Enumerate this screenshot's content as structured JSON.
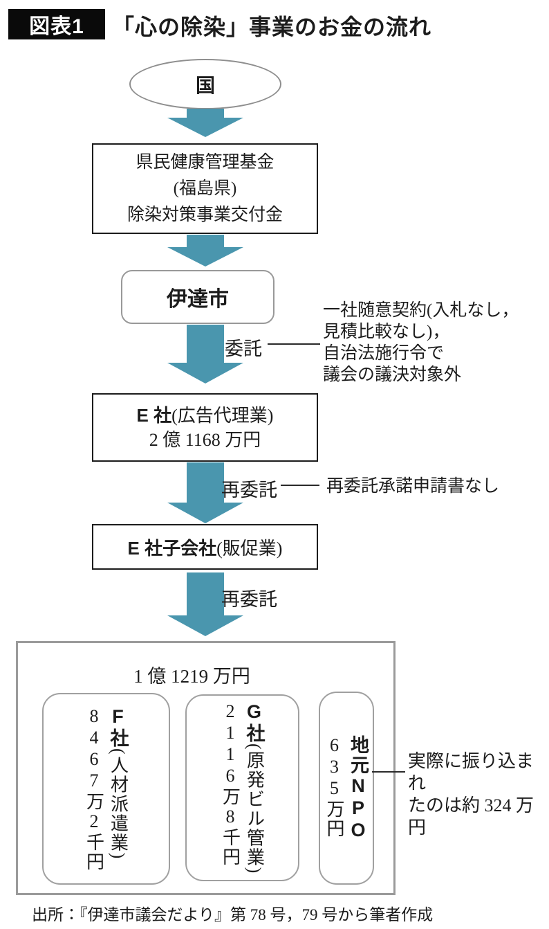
{
  "title": {
    "badge": "図表1",
    "text": "「心の除染」事業のお金の流れ"
  },
  "nodes": {
    "national": {
      "label": "国"
    },
    "fund": {
      "lines": [
        "県民健康管理基金",
        "(福島県)",
        "除染対策事業交付金"
      ]
    },
    "city": {
      "label": "伊達市"
    },
    "company_e": {
      "name": "E 社",
      "industry": "(広告代理業)",
      "amount": "2 億 1168 万円"
    },
    "company_e_sub": {
      "name": "E 社子会社",
      "industry": "(販促業)"
    },
    "pool": {
      "total": "1 億 1219 万円"
    },
    "recipients": [
      {
        "name": "F社",
        "industry": "(人材派遣業)",
        "amount": "8467万2千円"
      },
      {
        "name": "G社",
        "industry": "(原発ビル管業)",
        "amount": "2116万8千円"
      },
      {
        "name": "地元NPO",
        "industry": "",
        "amount": "635万円"
      }
    ]
  },
  "edges": {
    "itaku_label": "委託",
    "saiitaku_label_1": "再委託",
    "saiitaku_label_2": "再委託"
  },
  "annotations": {
    "contract": [
      "一社随意契約(入札なし，",
      "見積比較なし)，",
      "自治法施行令で",
      "議会の議決対象外"
    ],
    "saiitaku": "再委託承諾申請書なし",
    "actual": [
      "実際に振り込まれ",
      "たのは約 324 万円"
    ]
  },
  "source": "出所：『伊達市議会だより』第 78 号，79 号から筆者作成",
  "colors": {
    "arrow": "#4a96ae",
    "border_gray": "#8e8e8e",
    "border_black": "#1c1c1c",
    "badge_bg": "#0a0a0a"
  }
}
